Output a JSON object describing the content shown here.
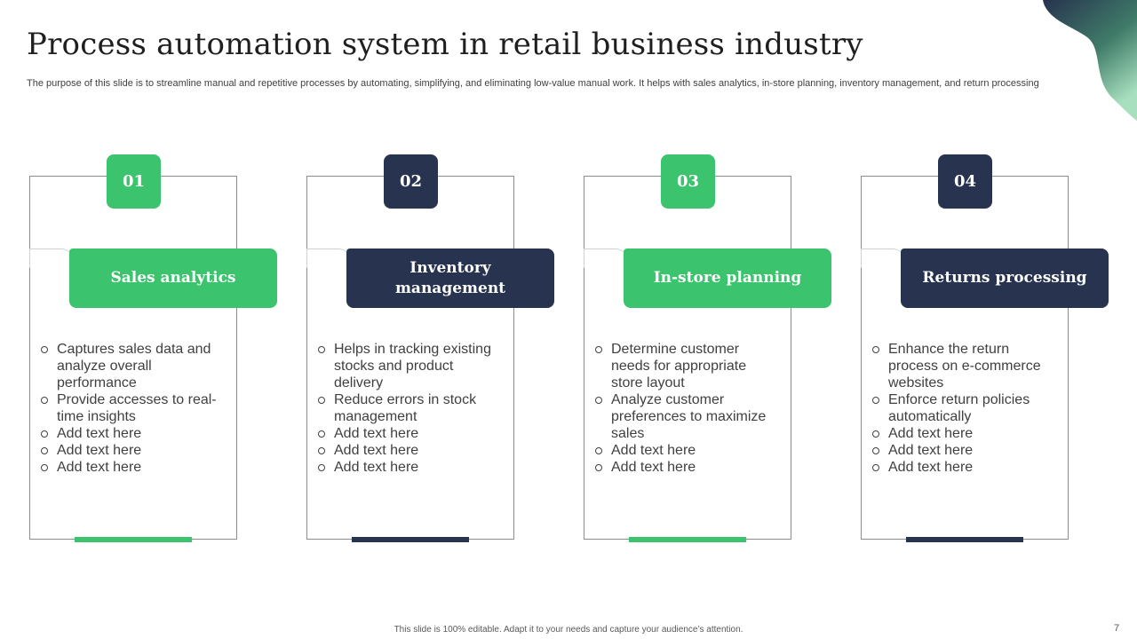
{
  "slide": {
    "title": "Process automation system in retail business industry",
    "subtitle": "The purpose of this slide is to streamline manual and repetitive processes by automating, simplifying, and eliminating low-value manual work. It helps with sales analytics, in-store planning, inventory management, and return processing",
    "footer_note": "This slide is 100% editable.  Adapt it to your needs and capture your audience’s attention.",
    "page_number": "7"
  },
  "colors": {
    "green": "#3cc36d",
    "navy": "#27334f"
  },
  "cards": [
    {
      "number": "01",
      "heading": "Sales analytics",
      "color": "green",
      "bullets": [
        "Captures sales data and analyze  overall performance",
        "Provide accesses to real-time insights",
        "Add text here",
        "Add text here",
        "Add text here"
      ]
    },
    {
      "number": "02",
      "heading": "Inventory management",
      "color": "navy",
      "bullets": [
        "Helps in tracking existing stocks and product delivery",
        "Reduce errors in stock management",
        "Add text here",
        "Add text here",
        "Add text here"
      ]
    },
    {
      "number": "03",
      "heading": "In-store planning",
      "color": "green",
      "bullets": [
        "Determine customer needs for appropriate store layout",
        "Analyze  customer preferences to maximize sales",
        "Add text here",
        "Add text here"
      ]
    },
    {
      "number": "04",
      "heading": "Returns processing",
      "color": "navy",
      "bullets": [
        "Enhance the return process on e-commerce websites",
        "Enforce return policies automatically",
        "Add text here",
        "Add text here",
        "Add text here"
      ]
    }
  ]
}
